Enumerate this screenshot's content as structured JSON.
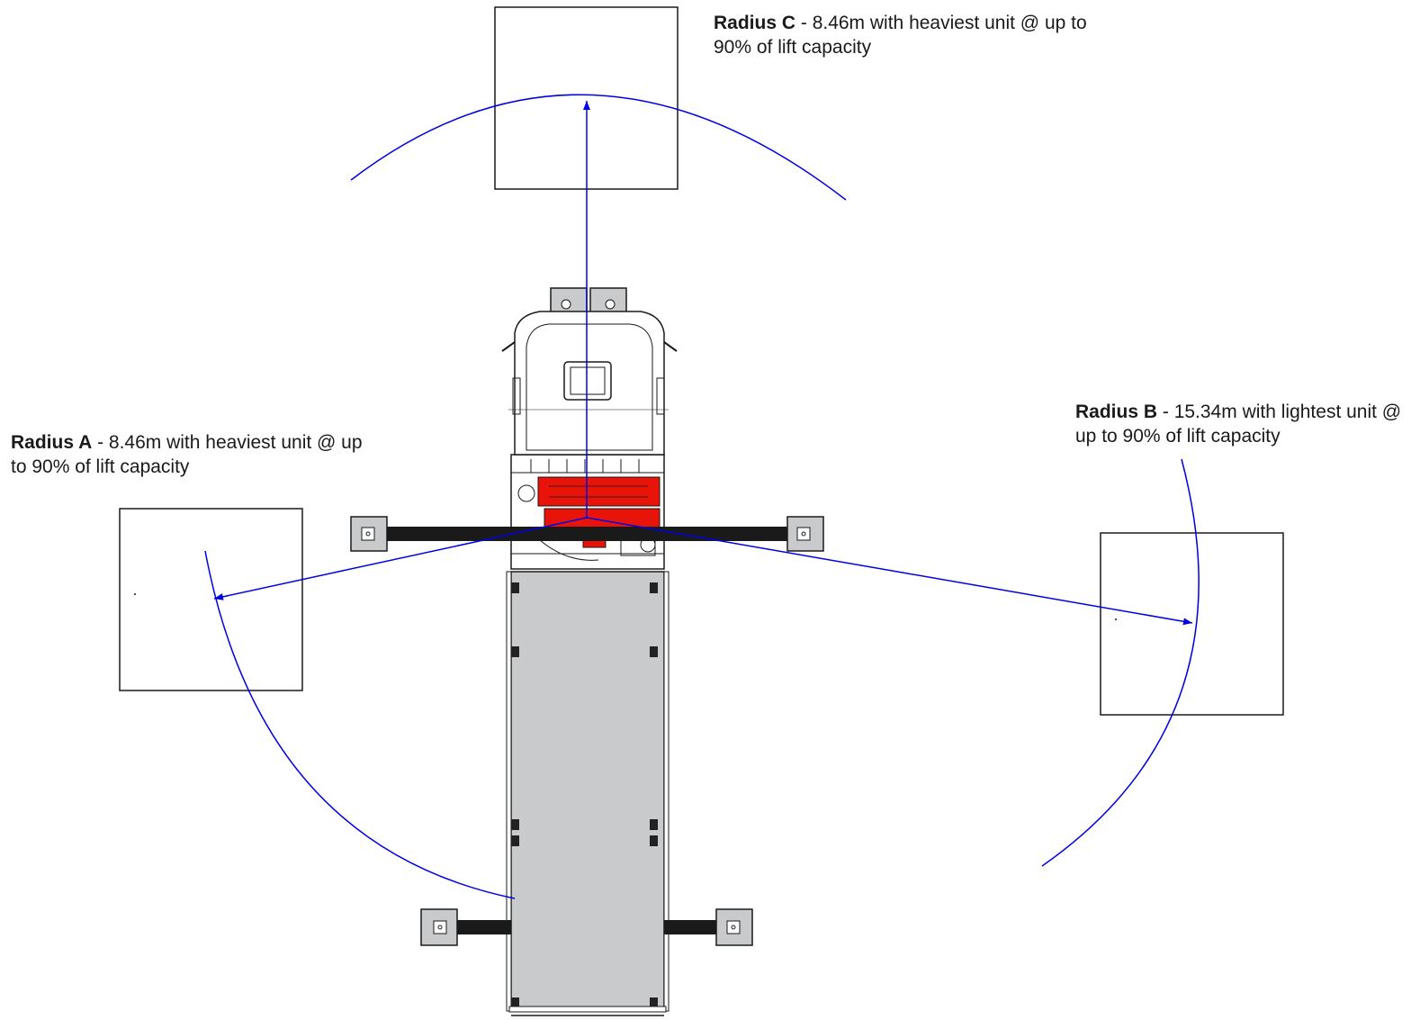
{
  "radius_a": {
    "name": "Radius A",
    "separator": " - ",
    "description": "8.46m with heaviest unit @ up to 90% of lift capacity"
  },
  "radius_b": {
    "name": "Radius B",
    "separator": " - ",
    "description": "15.34m with lightest unit @ up to 90% of lift capacity"
  },
  "radius_c": {
    "name": "Radius C",
    "separator": " - ",
    "description": "8.46m with heaviest unit @ up to 90% of lift capacity"
  },
  "colors": {
    "radius_line": "#0000e6",
    "crane": "#e8140a",
    "truck_bed": "#c9cacc",
    "outline": "#1a1a1a"
  }
}
